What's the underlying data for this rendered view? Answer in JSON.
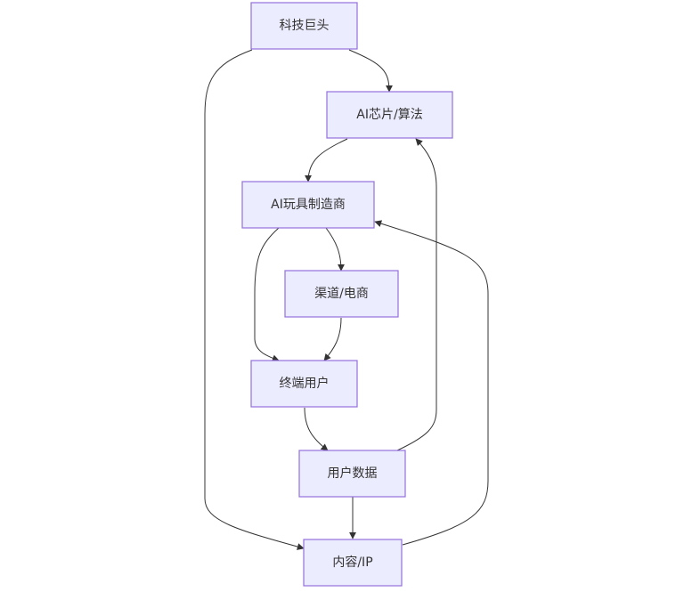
{
  "diagram": {
    "type": "flowchart",
    "direction": "TD",
    "colors": {
      "node_fill": "#ECECFF",
      "node_border": "#9370DB",
      "edge": "#333333",
      "text": "#333333",
      "background": "#FFFFFF"
    },
    "nodes": [
      {
        "id": "tech",
        "label": "科技巨头"
      },
      {
        "id": "chip",
        "label": "AI芯片/算法"
      },
      {
        "id": "maker",
        "label": "AI玩具制造商"
      },
      {
        "id": "channel",
        "label": "渠道/电商"
      },
      {
        "id": "user",
        "label": "终端用户"
      },
      {
        "id": "data",
        "label": "用户数据"
      },
      {
        "id": "ip",
        "label": "内容/IP"
      }
    ],
    "edges": [
      {
        "from": "tech",
        "to": "chip"
      },
      {
        "from": "tech",
        "to": "ip"
      },
      {
        "from": "chip",
        "to": "maker"
      },
      {
        "from": "maker",
        "to": "channel"
      },
      {
        "from": "maker",
        "to": "user"
      },
      {
        "from": "channel",
        "to": "user"
      },
      {
        "from": "user",
        "to": "data"
      },
      {
        "from": "data",
        "to": "chip"
      },
      {
        "from": "data",
        "to": "ip"
      },
      {
        "from": "ip",
        "to": "maker"
      }
    ]
  }
}
